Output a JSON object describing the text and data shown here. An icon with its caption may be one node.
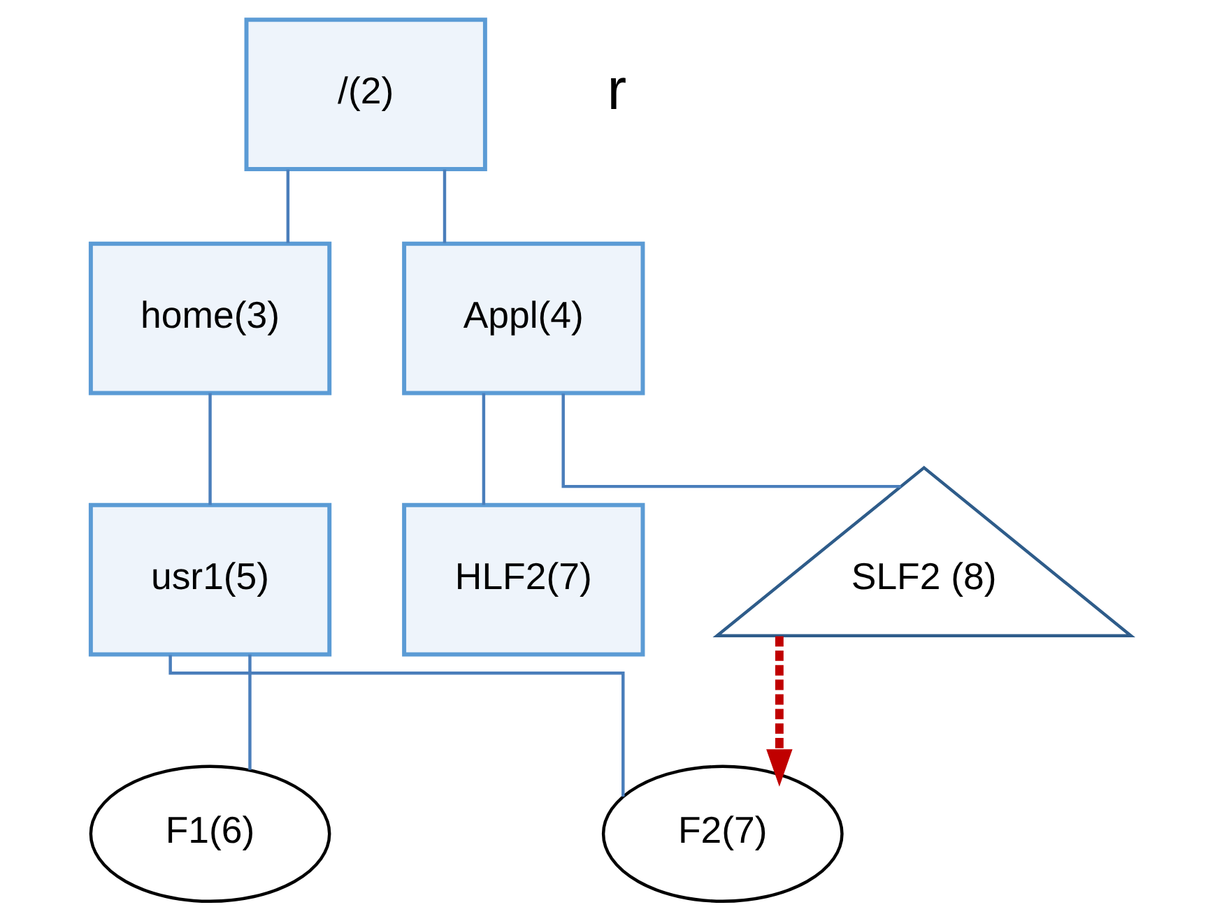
{
  "diagram": {
    "nodes": [
      {
        "text": [
          "/(2)"
        ]
      },
      {
        "text": [
          "home(3)"
        ]
      },
      {
        "text": [
          "Appl(4)"
        ]
      },
      {
        "text": [
          "usr1(5)"
        ]
      },
      {
        "text": [
          "HLF2(7)"
        ]
      },
      {
        "text": [
          "SLF2 (8)"
        ]
      },
      {
        "text": [
          "F1(6)"
        ]
      },
      {
        "text": [
          "F2(7)"
        ]
      }
    ],
    "edges": [
      {
        "from": 0,
        "to": 1,
        "arrow": "none"
      },
      {
        "from": 0,
        "to": 2,
        "arrow": "none"
      },
      {
        "from": 1,
        "to": 3,
        "arrow": "none"
      },
      {
        "from": 2,
        "to": 4,
        "arrow": "none"
      },
      {
        "from": 2,
        "to": 5,
        "arrow": "none"
      },
      {
        "from": 3,
        "to": 6,
        "arrow": "none"
      },
      {
        "from": 3,
        "to": 7,
        "arrow": "none"
      },
      {
        "from": 5,
        "to": 7,
        "arrow": "to",
        "style": "dashed",
        "color": "#c00000"
      }
    ],
    "labels": [
      "r"
    ]
  }
}
